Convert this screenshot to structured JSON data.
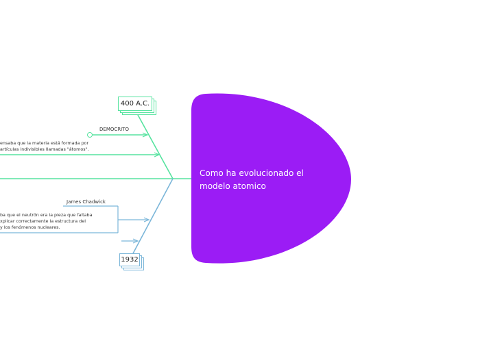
{
  "central_topic": {
    "lines": [
      "Como ha evolucionado el",
      "modelo atomico"
    ],
    "color": "#9b1cf5"
  },
  "branches": [
    {
      "name": "upper",
      "color": "#56e39f",
      "date_label": "400 A.C.",
      "person": "DEMOCRITO",
      "text_lines": [
        "ensaba que la materia está formada por",
        "artículas indivisibles llamadas \"átomos\"."
      ]
    },
    {
      "name": "lower",
      "color": "#7bb6d9",
      "date_label": "1932",
      "person": "James Chadwick",
      "text_lines": [
        "ba que el neutrón era la pieza que faltaba",
        "xplicar correctamente la estructura del",
        "y los fenómenos nucleares."
      ]
    }
  ]
}
